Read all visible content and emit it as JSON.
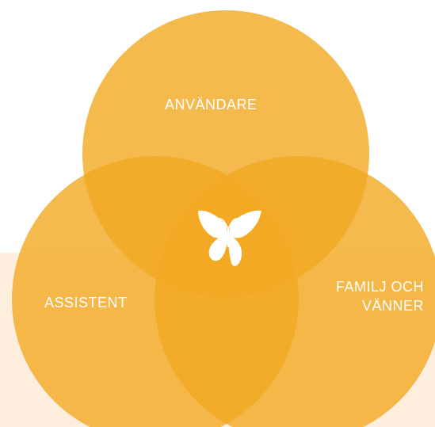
{
  "diagram": {
    "labels": {
      "top": "ANVÄNDARE",
      "left": "ASSISTENT",
      "right_line1": "FAMILJ OCH",
      "right_line2": "VÄNNER"
    },
    "center_icon": "butterfly-icon",
    "colors": {
      "circle_fill": "#f3a922",
      "circle_opacity": 0.8,
      "backdrop": "#fdeedd",
      "label_text": "#ffffff",
      "icon": "#ffffff"
    }
  }
}
